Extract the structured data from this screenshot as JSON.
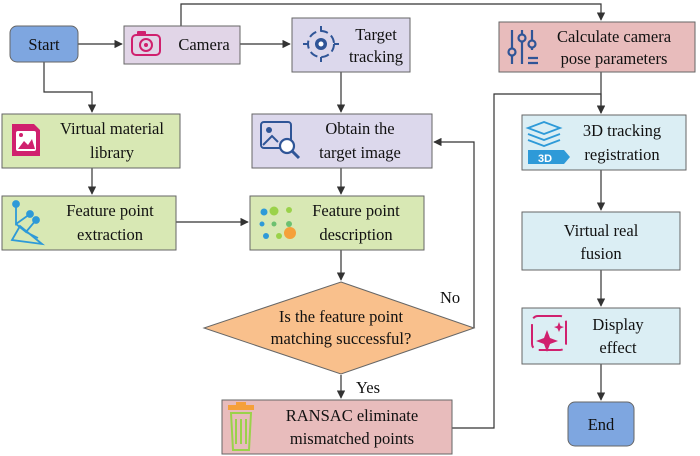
{
  "nodes": {
    "start": {
      "lines": [
        "Start"
      ]
    },
    "camera": {
      "lines": [
        "Camera"
      ],
      "icon": "camera-icon"
    },
    "target_tracking": {
      "lines": [
        "Target",
        "tracking"
      ],
      "icon": "target-icon"
    },
    "calc_pose": {
      "lines": [
        "Calculate camera",
        "pose parameters"
      ],
      "icon": "sliders-icon"
    },
    "virtual_library": {
      "lines": [
        "Virtual material",
        "library"
      ],
      "icon": "image-folder-icon"
    },
    "obtain_image": {
      "lines": [
        "Obtain the",
        "target image"
      ],
      "icon": "image-search-icon"
    },
    "tracking_3d": {
      "lines": [
        "3D tracking",
        "registration"
      ],
      "icon": "3d-layers-icon",
      "icon_text": "3D"
    },
    "fp_extraction": {
      "lines": [
        "Feature point",
        "extraction"
      ],
      "icon": "network-icon"
    },
    "fp_description": {
      "lines": [
        "Feature point",
        "description"
      ],
      "icon": "dots-icon"
    },
    "virtual_real": {
      "lines": [
        "Virtual real",
        "fusion"
      ]
    },
    "decision": {
      "lines": [
        "Is the feature point",
        "matching successful?"
      ]
    },
    "display_effect": {
      "lines": [
        "Display",
        "effect"
      ],
      "icon": "sparkle-icon"
    },
    "ransac": {
      "lines": [
        "RANSAC eliminate",
        "mismatched points"
      ],
      "icon": "trash-icon"
    },
    "end": {
      "lines": [
        "End"
      ]
    }
  },
  "edge_labels": {
    "no": "No",
    "yes": "Yes"
  },
  "colors": {
    "blue": "#7ea6e0",
    "purple": "#e1d5e7",
    "pink": "#e8bcbc",
    "green": "#d8e8b4",
    "lavender": "#dcd8ec",
    "cyan": "#dbeef4",
    "orange": "#f9c08c",
    "stroke": "#666666",
    "magenta": "#d0206e",
    "icon_blue": "#2f5597",
    "icon_light_blue": "#2e9ad8"
  }
}
